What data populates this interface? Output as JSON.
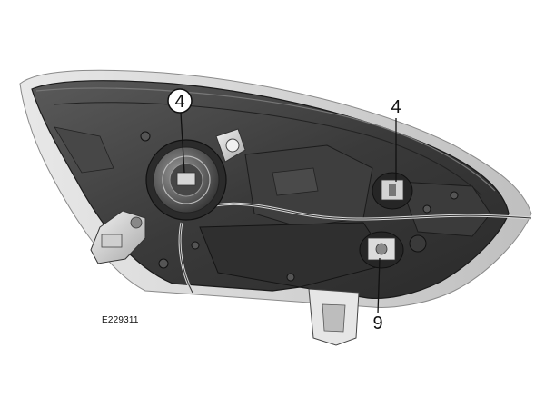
{
  "figure": {
    "id_label": "E229311",
    "subject_icon": "headlamp-assembly-rear-view-icon"
  },
  "callouts": [
    {
      "key": "left",
      "label": "4",
      "style": "circled"
    },
    {
      "key": "right",
      "label": "4",
      "style": "plain"
    },
    {
      "key": "lower",
      "label": "9",
      "style": "plain"
    }
  ]
}
